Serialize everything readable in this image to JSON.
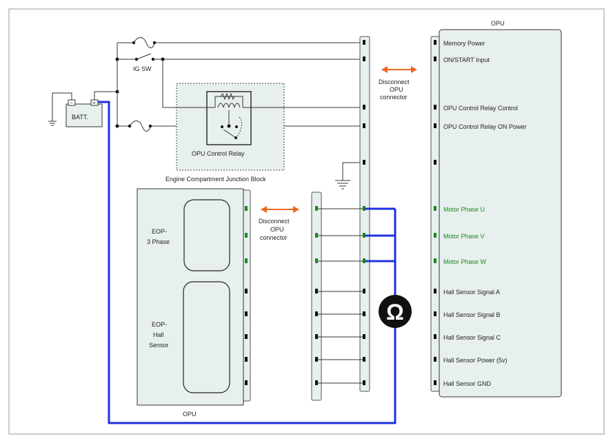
{
  "title": "",
  "labels": {
    "opu_top": "OPU",
    "opu_bottom": "OPU",
    "batt": "BATT.",
    "batt_minus": "−",
    "batt_plus": "+",
    "ig_sw": "IG SW",
    "relay": "OPU Control Relay",
    "junction_block": "Engine Compartment Junction Block",
    "disconnect_right": [
      "Disconnect",
      "OPU",
      "connector"
    ],
    "disconnect_left": [
      "Disconnect",
      "OPU",
      "connector"
    ],
    "eop_3phase": [
      "EOP-",
      "3 Phase"
    ],
    "eop_hall": [
      "EOP-",
      "Hall",
      "Sensor"
    ],
    "ohm": "Ω"
  },
  "opu_pins": [
    {
      "label": "Memory Power",
      "color": "#222222"
    },
    {
      "label": "ON/START Input",
      "color": "#222222"
    },
    {
      "label": "OPU Control Relay Control",
      "color": "#222222"
    },
    {
      "label": "OPU Control Relay ON Power",
      "color": "#222222"
    },
    {
      "label": "",
      "color": "#222222"
    },
    {
      "label": "Motor Phase U",
      "color": "#1a8a1a"
    },
    {
      "label": "Motor Phase V",
      "color": "#1a8a1a"
    },
    {
      "label": "Motor Phase W",
      "color": "#1a8a1a"
    },
    {
      "label": "Hall Sensor Signal A",
      "color": "#222222"
    },
    {
      "label": "Hall Sensor Signal B",
      "color": "#222222"
    },
    {
      "label": "Hall Sensor Signal C",
      "color": "#222222"
    },
    {
      "label": "Hall Sensor Power (5v)",
      "color": "#222222"
    },
    {
      "label": "Hall Sensor GND",
      "color": "#222222"
    }
  ],
  "colors": {
    "measurement_wire": "#1f2fe0",
    "disconnect_arrow": "#f26522",
    "motor_phase_pin": "#1a8a1a",
    "panel_fill": "#e8efef"
  }
}
